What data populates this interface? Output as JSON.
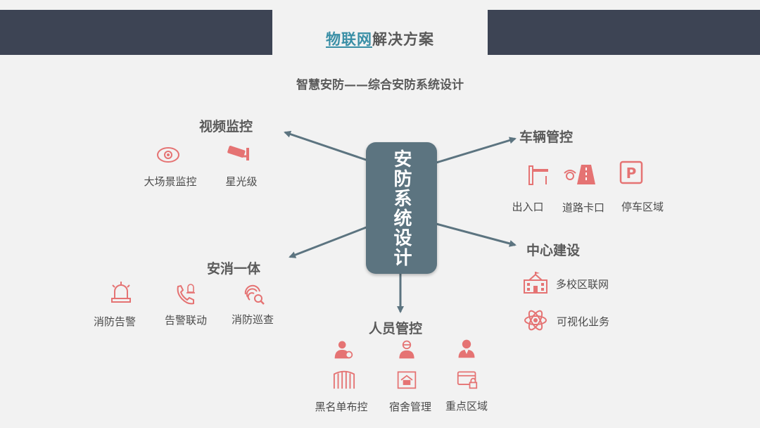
{
  "header": {
    "title_highlight": "物联网",
    "title_rest": "解决方案"
  },
  "subtitle": "智慧安防——综合安防系统设计",
  "center": "安防系统设计",
  "branches": {
    "video": {
      "title": "视频监控",
      "items": [
        "大场景监控",
        "星光级"
      ]
    },
    "vehicle": {
      "title": "车辆管控",
      "items": [
        "出入口",
        "道路卡口",
        "停车区域"
      ]
    },
    "fire": {
      "title": "安消一体",
      "items": [
        "消防告警",
        "告警联动",
        "消防巡查"
      ]
    },
    "center_build": {
      "title": "中心建设",
      "items": [
        "多校区联网",
        "可视化业务"
      ]
    },
    "people": {
      "title": "人员管控",
      "items": [
        "黑名单布控",
        "宿舍管理",
        "重点区域"
      ]
    }
  },
  "colors": {
    "bar": "#3d4454",
    "accent": "#3a8fa6",
    "box": "#5c7480",
    "icon": "#e57373",
    "arrow": "#5c7480"
  },
  "icons": {
    "video": [
      "dome-camera-icon",
      "cctv-camera-icon"
    ],
    "vehicle": [
      "barrier-gate-icon",
      "road-checkpoint-icon",
      "parking-icon"
    ],
    "fire": [
      "alarm-light-icon",
      "phone-alert-icon",
      "fingerprint-search-icon"
    ],
    "center_build": [
      "school-building-icon",
      "atom-icon"
    ],
    "people": [
      "person-badge-icon",
      "person-group-icon",
      "person-icon",
      "gate-icon",
      "dormitory-icon",
      "card-lock-icon"
    ]
  }
}
